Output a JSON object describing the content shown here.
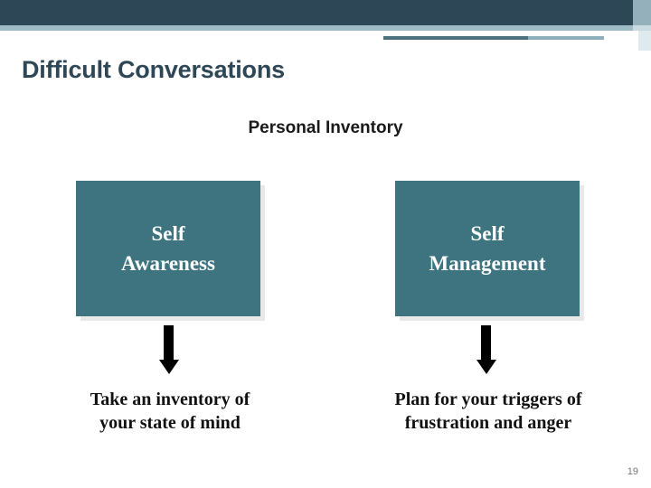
{
  "slide": {
    "title": "Difficult Conversations",
    "subtitle": "Personal Inventory",
    "page_number": "19"
  },
  "colors": {
    "banner_dark": "#2e4756",
    "banner_light": "#9fbcc6",
    "box_fill": "#3d7480",
    "title_color": "#2e4756",
    "box_text": "#ffffff"
  },
  "columns": [
    {
      "box_label": "Self\nAwareness",
      "arrow": "down-arrow",
      "caption": "Take an inventory of\nyour state of mind"
    },
    {
      "box_label": "Self\nManagement",
      "arrow": "down-arrow",
      "caption": "Plan for your triggers of\nfrustration and anger"
    }
  ]
}
